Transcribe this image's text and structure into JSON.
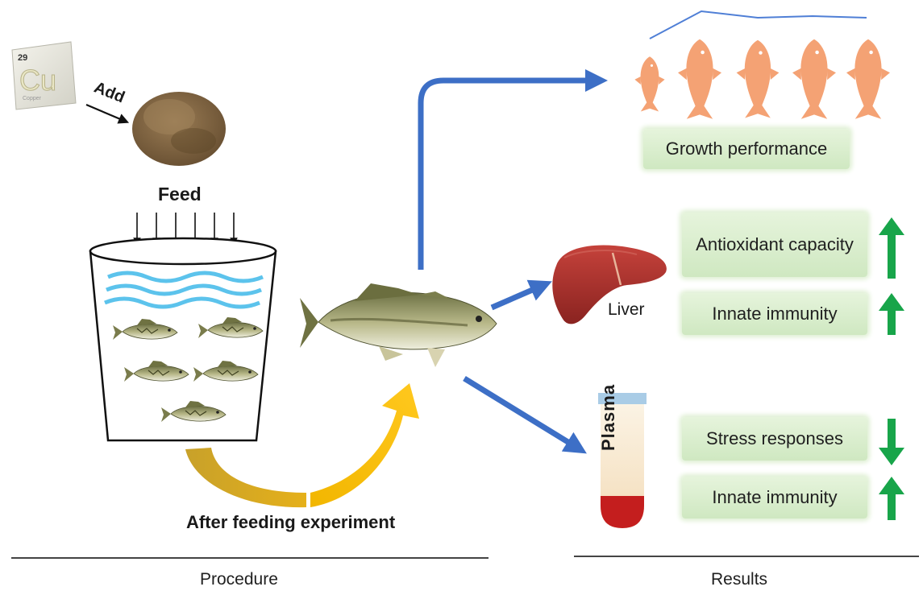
{
  "element_tile": {
    "number": "29",
    "symbol": "Cu",
    "name": "Copper"
  },
  "procedure": {
    "add_label": "Add",
    "feed_label": "Feed",
    "after_feeding_label": "After feeding experiment",
    "section_title": "Procedure"
  },
  "liver": {
    "label": "Liver"
  },
  "plasma": {
    "label": "Plasma"
  },
  "results": {
    "section_title": "Results",
    "growth": "Growth performance",
    "liver_items": [
      {
        "text": "Antioxidant capacity",
        "trend": "up"
      },
      {
        "text": "Innate immunity",
        "trend": "up"
      }
    ],
    "plasma_items": [
      {
        "text": "Stress responses",
        "trend": "down"
      },
      {
        "text": "Innate immunity",
        "trend": "up"
      }
    ]
  },
  "colors": {
    "flow_arrow": "#3d6fc6",
    "cycle_arrow_light": "#ffc000",
    "cycle_arrow_dark": "#c59a1a",
    "trend_arrow": "#18a54a",
    "result_box": "#d6ecc8",
    "growth_fish": "#f4a274",
    "growth_line": "#4f7fd6",
    "liver": "#a52f2c"
  },
  "icons": [
    "copper-element-tile",
    "feed-pellets",
    "feed-drop-arrows",
    "aquaculture-tank",
    "bass-fish",
    "liver-organ",
    "plasma-tube",
    "trend-up-arrow",
    "trend-down-arrow"
  ]
}
